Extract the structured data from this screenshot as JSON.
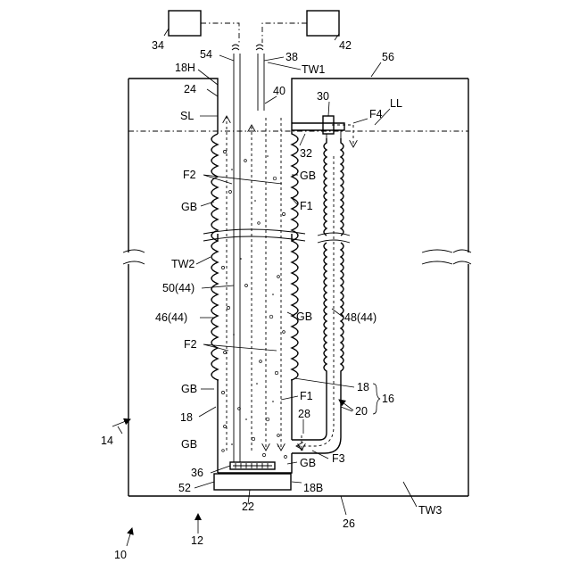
{
  "figure": {
    "labels": {
      "l34": "34",
      "l42": "42",
      "l54": "54",
      "l38": "38",
      "l56": "56",
      "l18H": "18H",
      "lTW1": "TW1",
      "l24": "24",
      "l40": "40",
      "l30": "30",
      "lLL": "LL",
      "lSL": "SL",
      "lF4": "F4",
      "l32": "32",
      "lF2a": "F2",
      "lGBa": "GB",
      "lGBb": "GB",
      "lF1a": "F1",
      "lTW2": "TW2",
      "l50": "50(44)",
      "l46": "46(44)",
      "lGBc": "GB",
      "l48": "48(44)",
      "lF2b": "F2",
      "lGBd": "GB",
      "l18a": "18",
      "l16": "16",
      "lF1b": "F1",
      "l20": "20",
      "l28": "28",
      "l18b": "18",
      "l14": "14",
      "lGBe": "GB",
      "lF3": "F3",
      "l36": "36",
      "lGBf": "GB",
      "l52": "52",
      "l18B": "18B",
      "l22": "22",
      "l26": "26",
      "lTW3": "TW3",
      "l12": "12",
      "l10": "10"
    }
  }
}
